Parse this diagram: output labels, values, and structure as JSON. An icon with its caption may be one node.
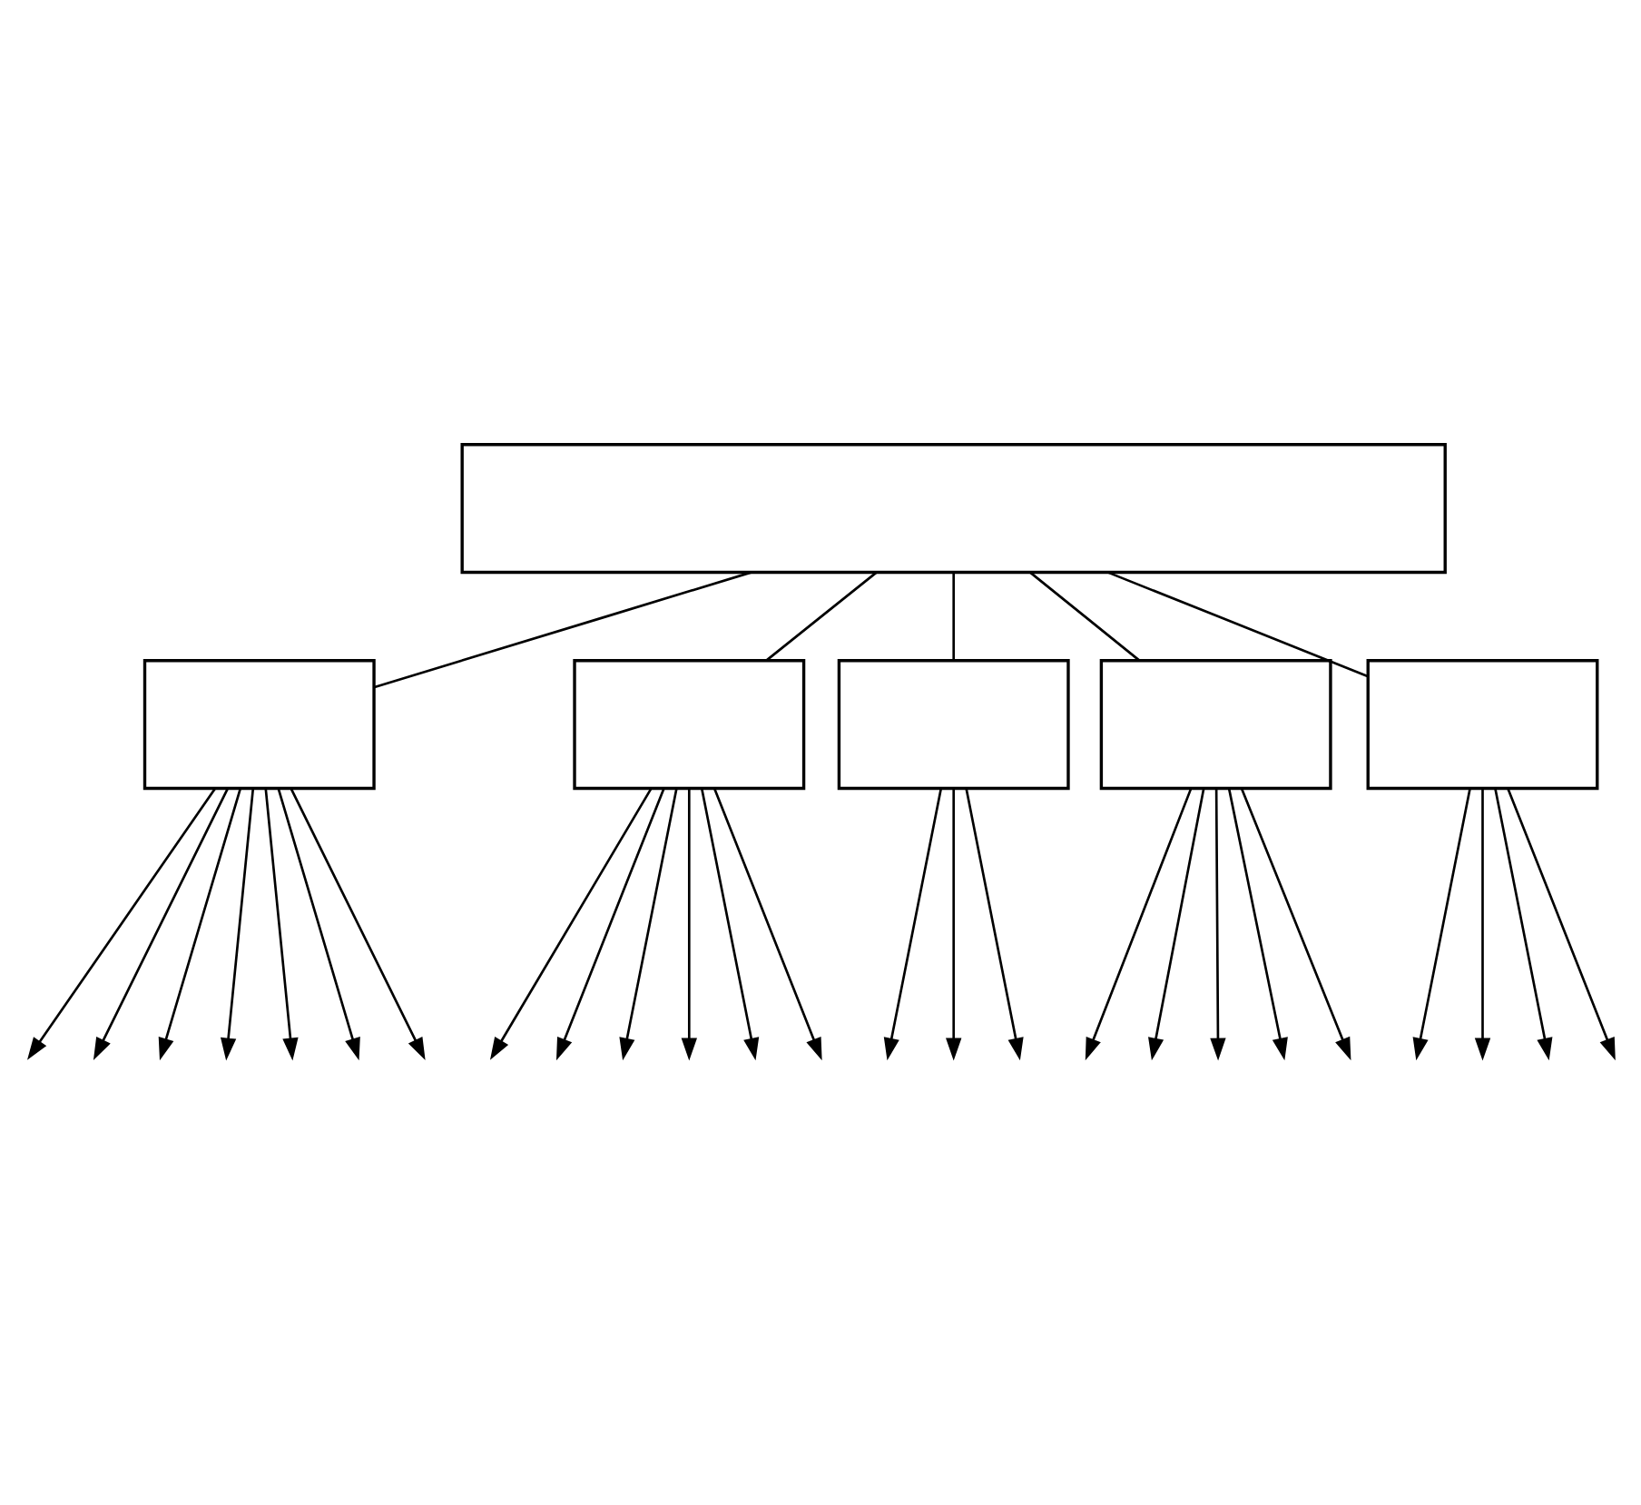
{
  "diagram": {
    "nodes": [
      {
        "text": [],
        "shape": "box"
      },
      {
        "text": [],
        "shape": "box"
      },
      {
        "text": [],
        "shape": "box"
      },
      {
        "text": [],
        "shape": "box"
      },
      {
        "text": [],
        "shape": "box"
      },
      {
        "text": [],
        "shape": "box"
      }
    ],
    "edges": [
      {
        "from": 0,
        "to": 1,
        "arrow": "none"
      },
      {
        "from": 0,
        "to": 2,
        "arrow": "none"
      },
      {
        "from": 0,
        "to": 3,
        "arrow": "none"
      },
      {
        "from": 0,
        "to": 4,
        "arrow": "none"
      },
      {
        "from": 0,
        "to": 5,
        "arrow": "none"
      },
      {
        "from": 1,
        "to": null,
        "arrow": "to"
      },
      {
        "from": 1,
        "to": null,
        "arrow": "to"
      },
      {
        "from": 1,
        "to": null,
        "arrow": "to"
      },
      {
        "from": 1,
        "to": null,
        "arrow": "to"
      },
      {
        "from": 1,
        "to": null,
        "arrow": "to"
      },
      {
        "from": 1,
        "to": null,
        "arrow": "to"
      },
      {
        "from": 1,
        "to": null,
        "arrow": "to"
      },
      {
        "from": 2,
        "to": null,
        "arrow": "to"
      },
      {
        "from": 2,
        "to": null,
        "arrow": "to"
      },
      {
        "from": 2,
        "to": null,
        "arrow": "to"
      },
      {
        "from": 2,
        "to": null,
        "arrow": "to"
      },
      {
        "from": 2,
        "to": null,
        "arrow": "to"
      },
      {
        "from": 2,
        "to": null,
        "arrow": "to"
      },
      {
        "from": 3,
        "to": null,
        "arrow": "to"
      },
      {
        "from": 3,
        "to": null,
        "arrow": "to"
      },
      {
        "from": 3,
        "to": null,
        "arrow": "to"
      },
      {
        "from": 4,
        "to": null,
        "arrow": "to"
      },
      {
        "from": 4,
        "to": null,
        "arrow": "to"
      },
      {
        "from": 4,
        "to": null,
        "arrow": "to"
      },
      {
        "from": 4,
        "to": null,
        "arrow": "to"
      },
      {
        "from": 4,
        "to": null,
        "arrow": "to"
      },
      {
        "from": 5,
        "to": null,
        "arrow": "to"
      },
      {
        "from": 5,
        "to": null,
        "arrow": "to"
      },
      {
        "from": 5,
        "to": null,
        "arrow": "to"
      },
      {
        "from": 5,
        "to": null,
        "arrow": "to"
      }
    ]
  }
}
